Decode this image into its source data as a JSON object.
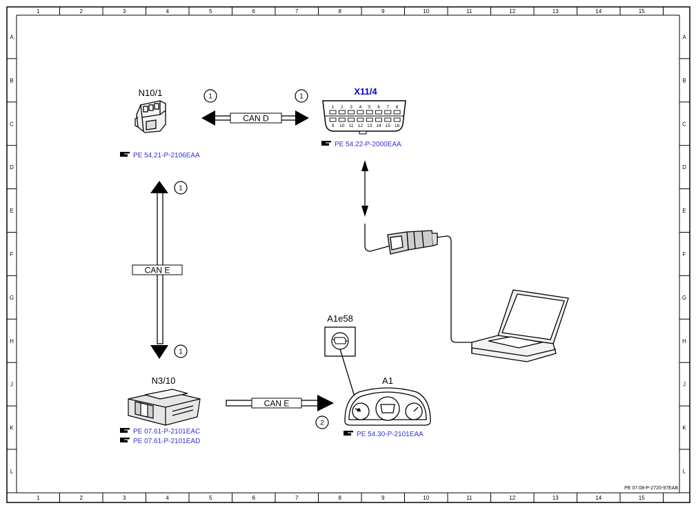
{
  "frame": {
    "columns": [
      "1",
      "2",
      "3",
      "4",
      "5",
      "6",
      "7",
      "8",
      "9",
      "10",
      "11",
      "12",
      "13",
      "14",
      "15"
    ],
    "rows": [
      "A",
      "B",
      "C",
      "D",
      "E",
      "F",
      "G",
      "H",
      "J",
      "K",
      "L"
    ],
    "doc_id": "PE 07.08-P-2720-97EAB"
  },
  "components": {
    "n10_1": {
      "label": "N10/1",
      "ref": "PE 54.21-P-2106EAA"
    },
    "x11_4": {
      "label": "X11/4",
      "ref": "PE 54.22-P-2000EAA",
      "pins_top": [
        "1",
        "2",
        "3",
        "4",
        "5",
        "6",
        "7",
        "8"
      ],
      "pins_bottom": [
        "9",
        "10",
        "11",
        "12",
        "13",
        "14",
        "15",
        "16"
      ]
    },
    "n3_10": {
      "label": "N3/10",
      "ref1": "PE 07.61-P-2101EAC",
      "ref2": "PE 07.61-P-2101EAD"
    },
    "a1e58": {
      "label": "A1e58"
    },
    "a1": {
      "label": "A1",
      "ref": "PE 54.30-P-2101EAA"
    }
  },
  "buses": {
    "can_d": "CAN D",
    "can_e_vertical": "CAN E",
    "can_e_horizontal": "CAN E"
  },
  "callouts": {
    "c1": "1",
    "c2": "1",
    "c3": "1",
    "c4": "1",
    "c5": "2"
  },
  "colors": {
    "reference_link": "#3333cc",
    "x11_label": "#0000cc",
    "line": "#000000",
    "device_fill": "#bdbdbd"
  },
  "icons": [
    "pointing-hand-icon"
  ]
}
